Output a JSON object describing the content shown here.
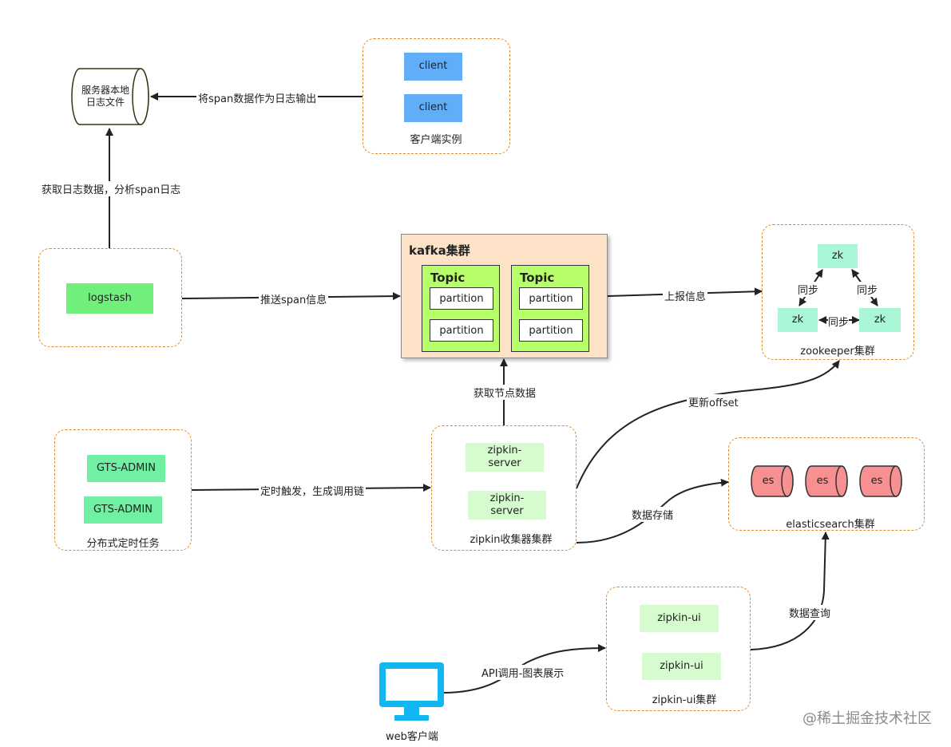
{
  "log_file": {
    "label": "服务器本地\n日志文件"
  },
  "client_group": {
    "clients": [
      "client",
      "client"
    ],
    "caption": "客户端实例"
  },
  "logstash_group": {
    "node": "logstash"
  },
  "kafka": {
    "title": "kafka集群",
    "topics": [
      {
        "label": "Topic",
        "partitions": [
          "partition",
          "partition"
        ]
      },
      {
        "label": "Topic",
        "partitions": [
          "partition",
          "partition"
        ]
      }
    ]
  },
  "zookeeper": {
    "nodes": [
      "zk",
      "zk",
      "zk"
    ],
    "sync_labels": [
      "同步",
      "同步",
      "同步"
    ],
    "caption": "zookeeper集群"
  },
  "gts_group": {
    "nodes": [
      "GTS-ADMIN",
      "GTS-ADMIN"
    ],
    "caption": "分布式定时任务"
  },
  "zipkin_server_group": {
    "nodes": [
      "zipkin-\nserver",
      "zipkin-\nserver"
    ],
    "caption": "zipkin收集器集群"
  },
  "es_group": {
    "nodes": [
      "es",
      "es",
      "es"
    ],
    "caption": "elasticsearch集群"
  },
  "zipkin_ui_group": {
    "nodes": [
      "zipkin-ui",
      "zipkin-ui"
    ],
    "caption": "zipkin-ui集群"
  },
  "web_client": {
    "caption": "web客户端"
  },
  "edges": {
    "client_to_log": "将span数据作为日志输出",
    "log_to_logstash": "获取日志数据，分析span日志",
    "logstash_to_kafka": "推送span信息",
    "kafka_to_zk": "上报信息",
    "zipkin_to_kafka": "获取节点数据",
    "zipkin_to_zk": "更新offset",
    "gts_to_zipkin": "定时触发，生成调用链",
    "zipkin_to_es": "数据存储",
    "ui_to_es": "数据查询",
    "web_to_ui": "API调用-图表展示"
  },
  "watermark": "@稀土掘金技术社区",
  "colors": {
    "group_border": "#e08a2e",
    "client_blue": "#60aef7",
    "node_green": "#6ff0a2",
    "topic_green": "#b6ff6b",
    "kafka_bg": "#fde2c8",
    "es_pink": "#f79191",
    "monitor_cyan": "#12b6f0"
  }
}
